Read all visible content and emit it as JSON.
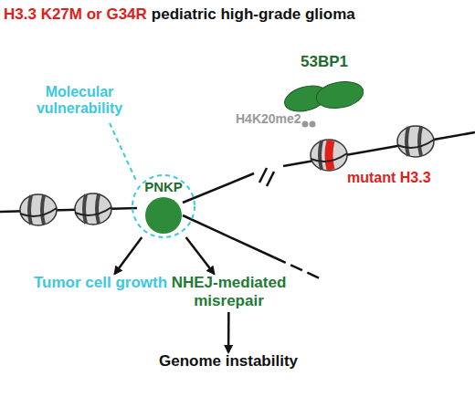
{
  "diagram": {
    "title": "H3.3 K27M or G34R",
    "nodes": [
      {
        "text": [
          "PNKP"
        ]
      },
      {
        "text": [
          "53BP1"
        ]
      },
      {
        "text": [
          "Tumor cell growth"
        ]
      },
      {
        "text": [
          "NHEJ-mediated misrepair"
        ]
      },
      {
        "text": [
          "Genome instability"
        ]
      }
    ],
    "edges": [
      {
        "from": 0,
        "to": 2,
        "arrow": "to"
      },
      {
        "from": 0,
        "to": 3,
        "arrow": "to"
      },
      {
        "from": 3,
        "to": 4,
        "arrow": "to"
      }
    ],
    "labels": [
      "pediatric high-grade glioma",
      "Molecular vulnerability",
      "H4K20me2",
      "mutant H3.3"
    ]
  }
}
